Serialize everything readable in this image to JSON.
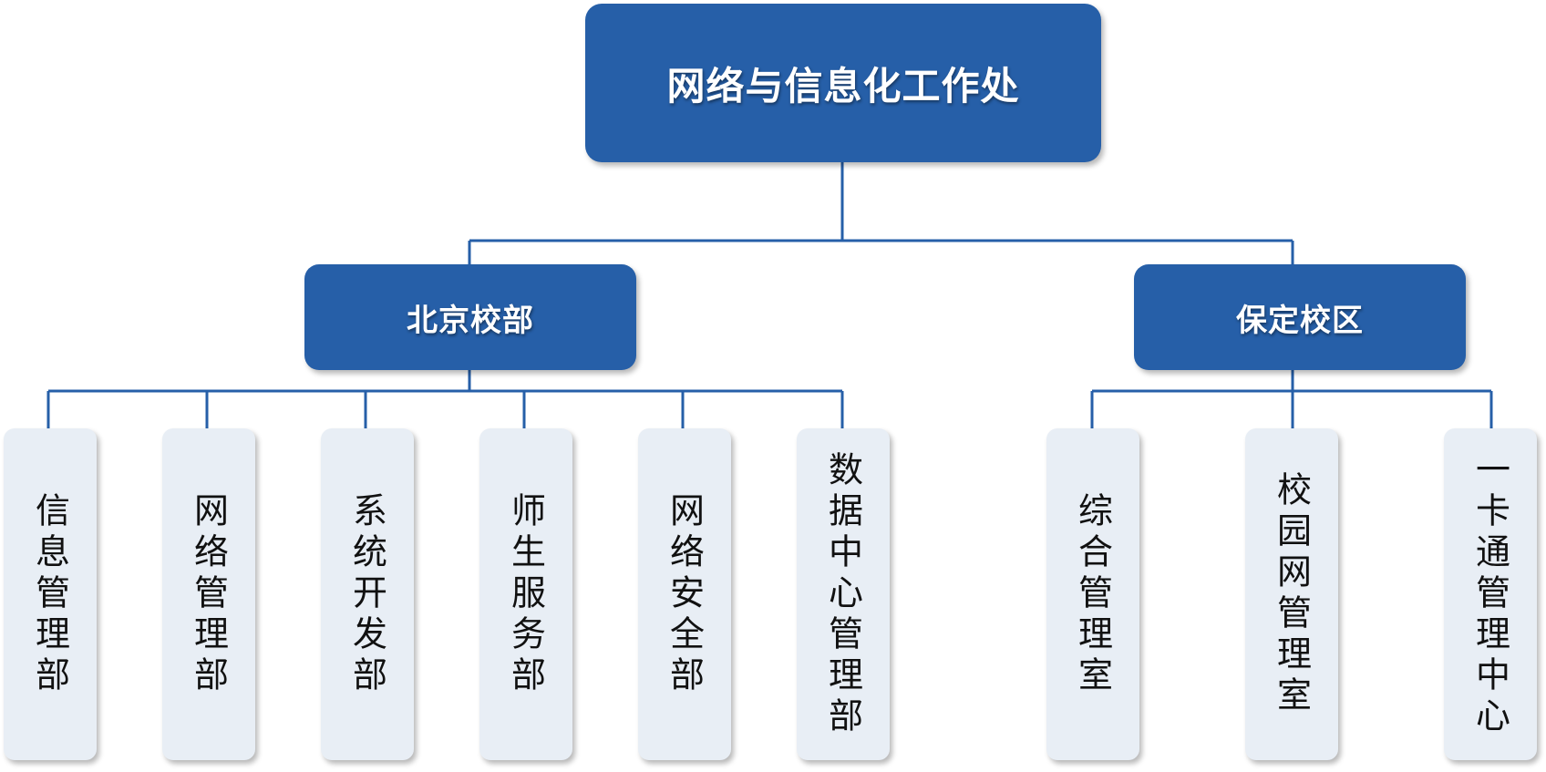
{
  "org_chart": {
    "root": {
      "label": "网络与信息化工作处"
    },
    "branches": [
      {
        "label": "北京校部",
        "units": [
          "信息管理部",
          "网络管理部",
          "系统开发部",
          "师生服务部",
          "网络安全部",
          "数据中心管理部"
        ]
      },
      {
        "label": "保定校区",
        "units": [
          "综合管理室",
          "校园网管理室",
          "一卡通管理中心"
        ]
      }
    ]
  },
  "colors": {
    "box_fill": "#265fa8",
    "box_text": "#ffffff",
    "leaf_fill": "#e8eef5",
    "leaf_text": "#111111",
    "connector": "#265fa8"
  }
}
